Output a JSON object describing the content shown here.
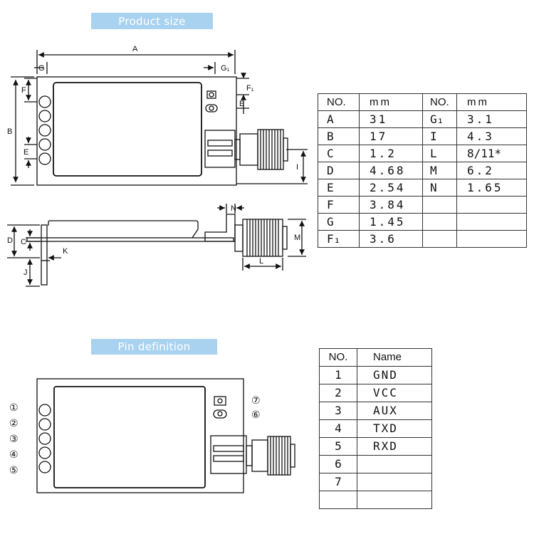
{
  "banners": {
    "product_size": "Product size",
    "pin_definition": "Pin definition"
  },
  "drawing_labels": {
    "A": "A",
    "G": "G",
    "G1": "G₁",
    "F": "F",
    "F1": "F₁",
    "B": "B",
    "E_top": "E",
    "E_left": "E",
    "I": "I",
    "N": "N",
    "D": "D",
    "C": "C",
    "K": "K",
    "J": "J",
    "M": "M",
    "L": "L"
  },
  "dim_table": {
    "headers": [
      "NO.",
      "mm",
      "NO.",
      "mm"
    ],
    "rows": [
      [
        "A",
        "31",
        "G₁",
        "3.1"
      ],
      [
        "B",
        "17",
        "I",
        "4.3"
      ],
      [
        "C",
        "1.2",
        "L",
        "8/11*"
      ],
      [
        "D",
        "4.68",
        "M",
        "6.2"
      ],
      [
        "E",
        "2.54",
        "N",
        "1.65"
      ],
      [
        "F",
        "3.84",
        "",
        ""
      ],
      [
        "G",
        "1.45",
        "",
        ""
      ],
      [
        "F₁",
        "3.6",
        "",
        ""
      ]
    ]
  },
  "pin_labels": [
    "①",
    "②",
    "③",
    "④",
    "⑤",
    "⑥",
    "⑦"
  ],
  "pin_table": {
    "headers": [
      "NO.",
      "Name"
    ],
    "rows": [
      [
        "1",
        "GND"
      ],
      [
        "2",
        "VCC"
      ],
      [
        "3",
        "AUX"
      ],
      [
        "4",
        "TXD"
      ],
      [
        "5",
        "RXD"
      ],
      [
        "6",
        ""
      ],
      [
        "7",
        ""
      ],
      [
        "",
        ""
      ]
    ]
  }
}
